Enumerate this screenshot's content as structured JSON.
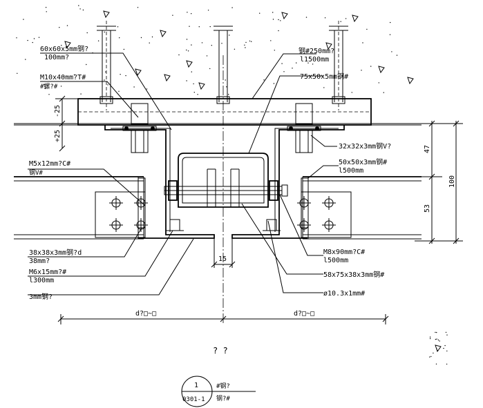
{
  "labels": {
    "plate_60x60": "60x60x5mm钢?",
    "plate_60x60_l2": "100mm?",
    "bolt_m10": "M10x40mm?T#",
    "bolt_m10_l2": "#螺?#",
    "dim_m25": "-25",
    "dim_p25": "+25",
    "angle_250": "钢#250mm?",
    "angle_250_l2": "l1500mm",
    "tube_75x50": "75x50x5mm钢#",
    "angle_32": "32x32x3mm钢V?",
    "angle_50": "50x50x3mm钢#",
    "angle_50_l2": "l500mm",
    "dim_47": "47",
    "dim_100": "100",
    "dim_53": "53",
    "screw_m5": "M5x12mm?C#",
    "screw_m5_l2": "钢V#",
    "angle_38": "38x38x3mm钢?d",
    "angle_38_l2": "38mm?",
    "bolt_m6": "M6x15mm?#",
    "bolt_m6_l2": "l300mm",
    "plate_3mm": "3mm钢?",
    "bolt_m8": "M8x90mm?C#",
    "bolt_m8_l2": "l500mm",
    "channel_58": "58x75x38x3mm钢#",
    "seal_10": "ø10.3x1mm#",
    "dim_15": "15",
    "span_left": "d?□~□",
    "span_right": "d?□~□",
    "drawing_title": "? ?",
    "ref_number": "1",
    "ref_sheet": "0301-1",
    "ref_desc": "#钢?",
    "ref_desc_l2": "钢?#"
  }
}
